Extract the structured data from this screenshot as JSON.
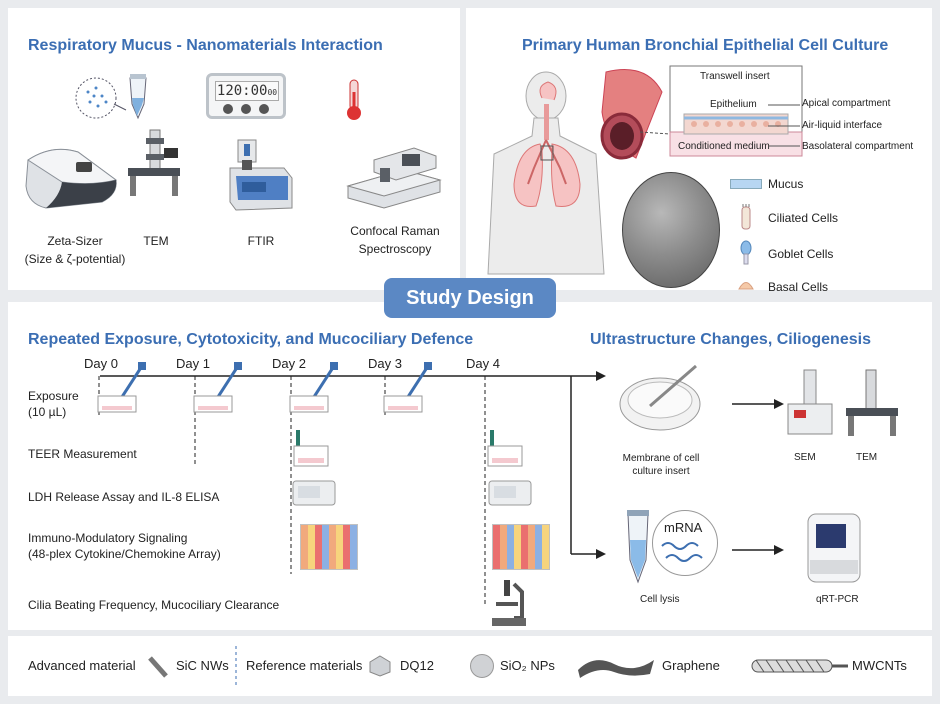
{
  "panels": {
    "mucus": {
      "title": "Respiratory Mucus - Nanomaterials Interaction",
      "timer_display": "120:00",
      "timer_sub": "00",
      "instruments": [
        {
          "label_line1": "Zeta-Sizer",
          "label_line2": "(Size & ζ-potential)",
          "icon": "zeta-sizer-icon"
        },
        {
          "label_line1": "TEM",
          "label_line2": "",
          "icon": "tem-icon"
        },
        {
          "label_line1": "FTIR",
          "label_line2": "",
          "icon": "ftir-icon"
        },
        {
          "label_line1": "Confocal Raman",
          "label_line2": "Spectroscopy",
          "icon": "raman-icon"
        }
      ]
    },
    "culture": {
      "title": "Primary Human Bronchial Epithelial Cell Culture",
      "transwell": {
        "insert": "Transwell insert",
        "epithelium": "Epithelium",
        "medium": "Conditioned medium",
        "apical": "Apical compartment",
        "ali": "Air-liquid interface",
        "basolateral": "Basolateral compartment"
      },
      "legend": [
        "Mucus",
        "Ciliated Cells",
        "Goblet Cells",
        "Basal Cells"
      ]
    },
    "study_design": "Study Design",
    "exposure": {
      "title": "Repeated Exposure, Cytotoxicity, and Mucociliary Defence",
      "days": [
        "Day 0",
        "Day 1",
        "Day 2",
        "Day 3",
        "Day 4"
      ],
      "rows": [
        {
          "line1": "Exposure",
          "line2": "(10 µL)"
        },
        {
          "line1": "TEER Measurement",
          "line2": ""
        },
        {
          "line1": "LDH Release Assay and IL-8 ELISA",
          "line2": ""
        },
        {
          "line1": "Immuno-Modulatory Signaling",
          "line2": "(48-plex Cytokine/Chemokine Array)"
        },
        {
          "line1": "Cilia Beating Frequency, Mucociliary Clearance",
          "line2": ""
        }
      ]
    },
    "ultra": {
      "title": "Ultrastructure Changes, Ciliogenesis",
      "membrane_line1": "Membrane of cell",
      "membrane_line2": "culture insert",
      "sem": "SEM",
      "tem": "TEM",
      "lysis": "Cell lysis",
      "mrna": "mRNA",
      "qrtpcr": "qRT-PCR"
    }
  },
  "materials": {
    "advanced_label": "Advanced material",
    "advanced": [
      "SiC NWs"
    ],
    "reference_label": "Reference materials",
    "reference": [
      "DQ12",
      "SiO₂ NPs",
      "Graphene",
      "MWCNTs"
    ]
  },
  "colors": {
    "title_blue": "#3b6eb3",
    "study_box": "#5b88c4",
    "background": "#e9ebee"
  }
}
